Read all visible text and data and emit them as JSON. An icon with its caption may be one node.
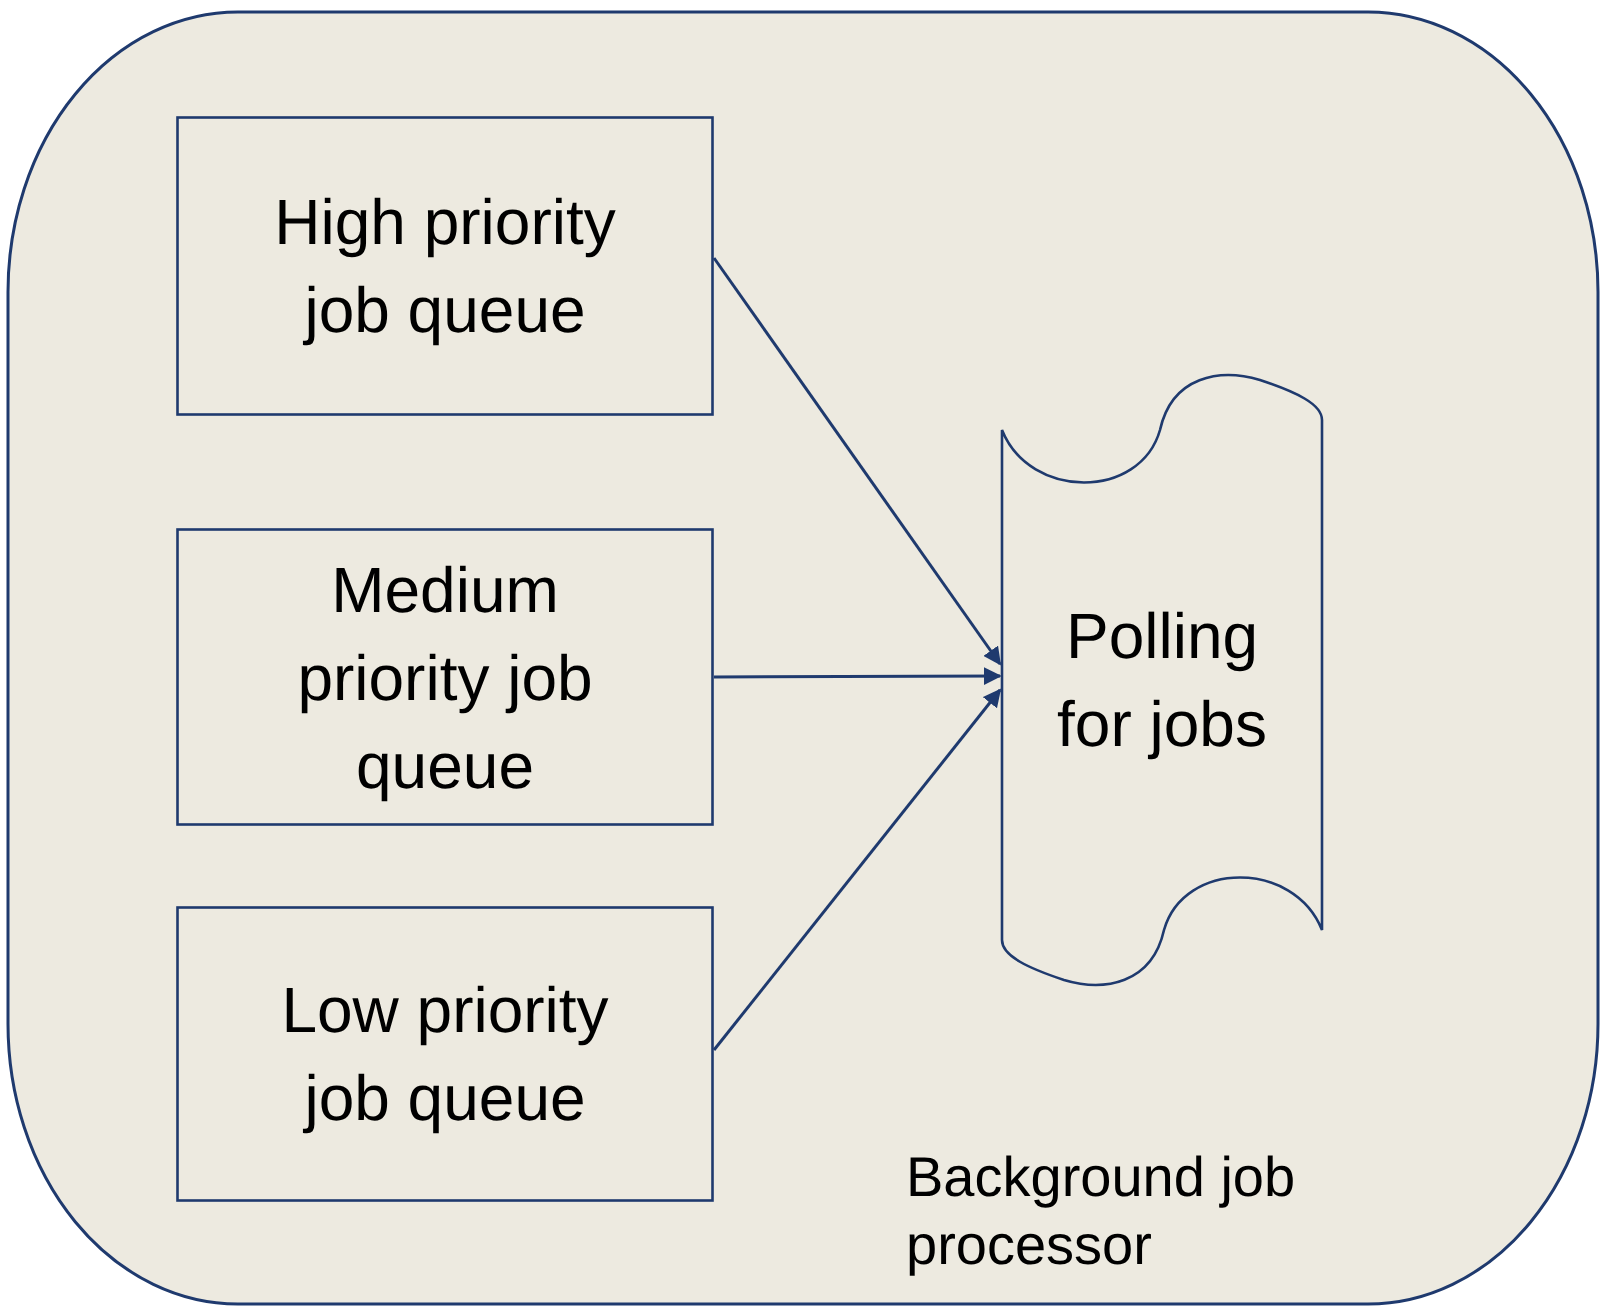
{
  "diagram": {
    "nodes": [
      {
        "text": [
          "Background job processor"
        ]
      },
      {
        "text": [
          "High priority job queue"
        ],
        "in": 0
      },
      {
        "text": [
          "Medium priority job queue"
        ],
        "in": 0
      },
      {
        "text": [
          "Low priority job queue"
        ],
        "in": 0
      },
      {
        "text": [
          "Polling for jobs"
        ],
        "in": 0
      }
    ],
    "edges": [
      {
        "from": 1,
        "to": 4,
        "arrow": "to"
      },
      {
        "from": 2,
        "to": 4,
        "arrow": "to"
      },
      {
        "from": 3,
        "to": 4,
        "arrow": "to"
      }
    ]
  }
}
